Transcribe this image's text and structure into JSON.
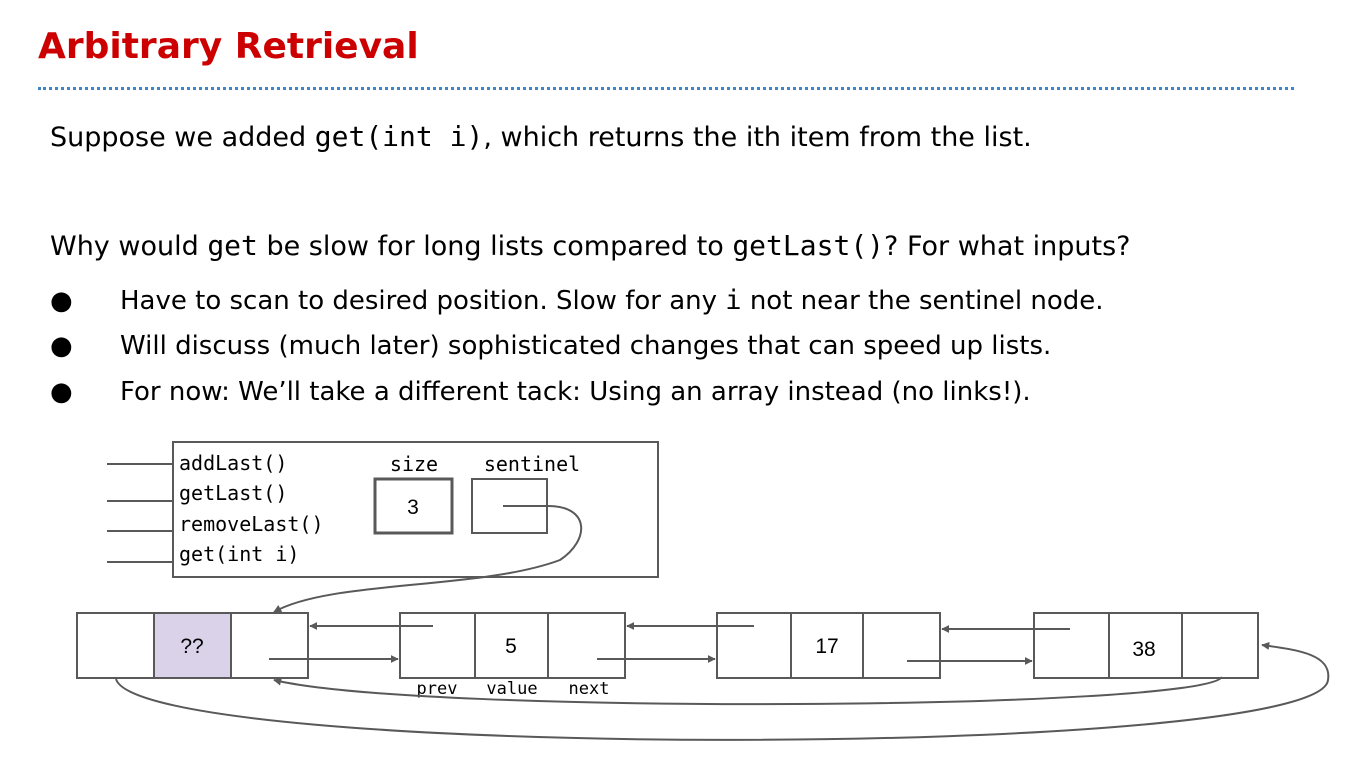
{
  "slide": {
    "title": "Arbitrary Retrieval",
    "line1": {
      "pre": "Suppose we added ",
      "code": "get(int i)",
      "post": ", which returns the ith item from the list."
    },
    "line2": {
      "pre": "Why would ",
      "code1": "get",
      "mid": " be slow for long lists compared to ",
      "code2": "getLast()",
      "post": "? For what inputs?"
    },
    "bullets": [
      {
        "pre": "Have to scan to desired position. Slow for any ",
        "code": "i",
        "post": " not near the sentinel node."
      },
      {
        "pre": "Will discuss (much later) sophisticated changes that can speed up lists.",
        "code": "",
        "post": ""
      },
      {
        "pre": "For now: We’ll take a different tack: Using an array instead (no links!).",
        "code": "",
        "post": ""
      }
    ],
    "bullet_glyph": "●"
  },
  "diagram": {
    "methods": [
      "addLast()",
      "getLast()",
      "removeLast()",
      "get(int i)"
    ],
    "size_label": "size",
    "size_value": "3",
    "sentinel_label": "sentinel",
    "nodes": [
      {
        "value": "??",
        "highlight": true
      },
      {
        "value": "5",
        "highlight": false
      },
      {
        "value": "17",
        "highlight": false
      },
      {
        "value": "38",
        "highlight": false
      }
    ],
    "field_labels": {
      "prev": "prev",
      "value": "value",
      "next": "next"
    },
    "colors": {
      "line": "#595959",
      "highlight": "#d9d2e9",
      "title": "#cc0000",
      "rule": "#3d85c6"
    }
  }
}
